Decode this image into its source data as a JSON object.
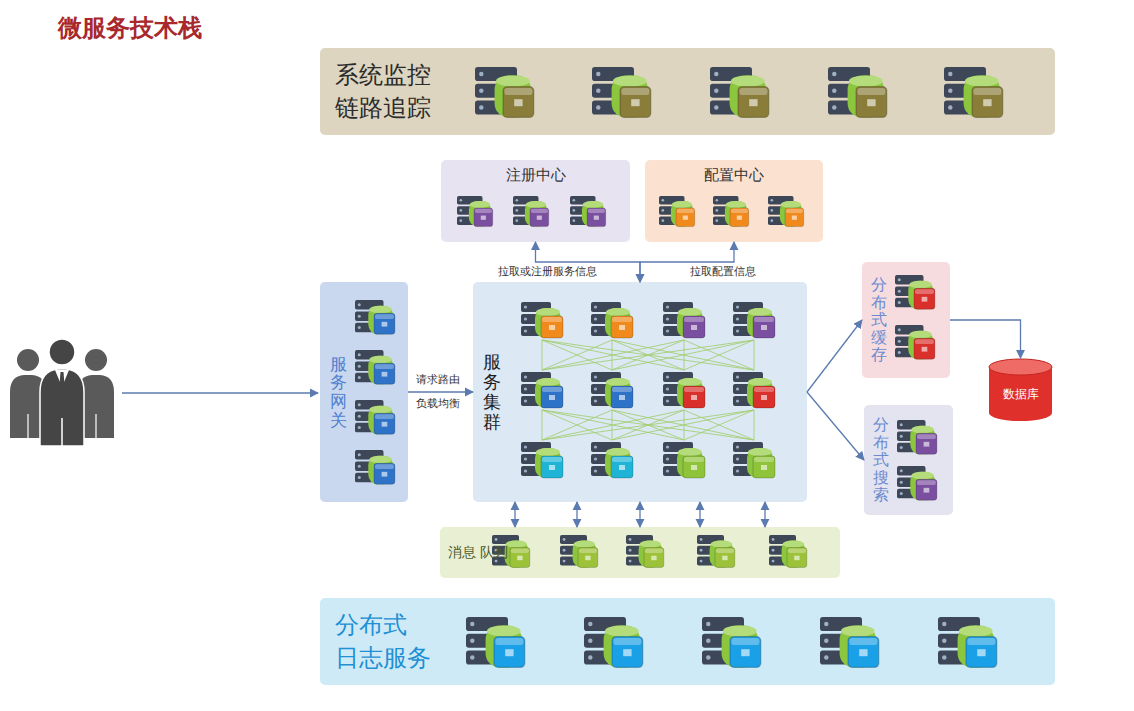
{
  "diagram": {
    "title": "微服务技术栈",
    "nodes": [
      {
        "text": [
          "系统监控 链路追踪"
        ]
      },
      {
        "text": [
          "注册中心"
        ]
      },
      {
        "text": [
          "配置中心"
        ]
      },
      {
        "text": [
          "服务网关"
        ]
      },
      {
        "text": [
          "服务集群"
        ]
      },
      {
        "text": [
          "分布式缓存"
        ]
      },
      {
        "text": [
          "数据库"
        ]
      },
      {
        "text": [
          "分布式搜索"
        ]
      },
      {
        "text": [
          "消息 队列"
        ]
      },
      {
        "text": [
          "分布式 日志服务"
        ]
      }
    ],
    "edges": [
      {
        "from": 4,
        "to": 1,
        "label": "拉取或注册服务信息",
        "arrow": "both"
      },
      {
        "from": 4,
        "to": 2,
        "label": "拉取配置信息",
        "arrow": "both"
      },
      {
        "from": 3,
        "to": 4,
        "label": "请求路由 负载均衡",
        "arrow": "to"
      },
      {
        "from": 4,
        "to": 5,
        "arrow": "to"
      },
      {
        "from": 4,
        "to": 7,
        "arrow": "to"
      },
      {
        "from": 5,
        "to": 6,
        "arrow": "to"
      },
      {
        "from": 4,
        "to": 8,
        "arrow": "both"
      },
      {
        "from": 4,
        "to": 8,
        "arrow": "both"
      },
      {
        "from": 4,
        "to": 8,
        "arrow": "both"
      },
      {
        "from": 4,
        "to": 8,
        "arrow": "both"
      },
      {
        "from": 4,
        "to": 8,
        "arrow": "both"
      }
    ]
  }
}
